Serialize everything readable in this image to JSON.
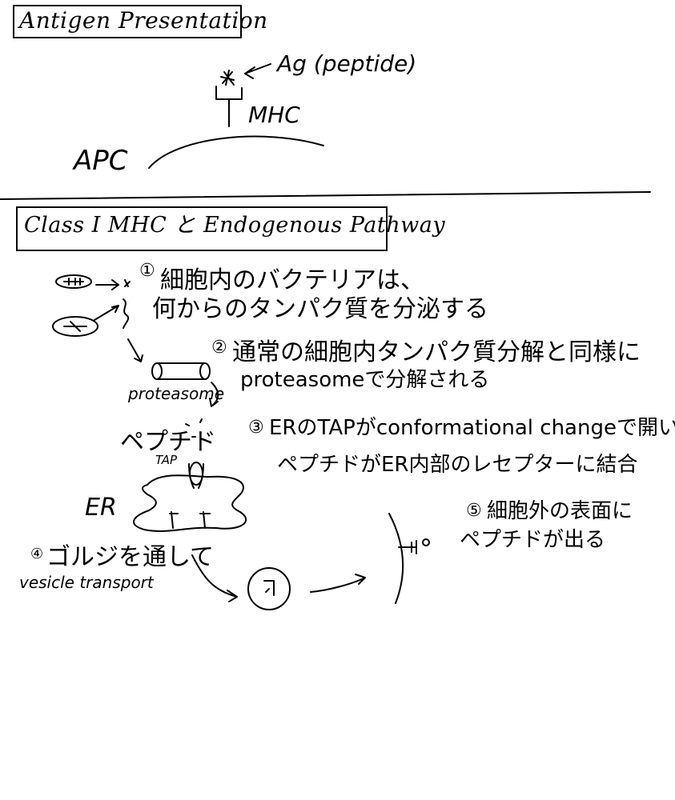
{
  "section1": {
    "title": "Antigen Presentation",
    "antigen_label": "Ag (peptide)",
    "mhc_label": "MHC",
    "apc_label": "APC"
  },
  "section2": {
    "title": "Class I MHC と Endogenous Pathway",
    "steps": [
      {
        "num": "①",
        "lines": [
          "細胞内のバクテリアは、",
          "何からのタンパク質を分泌する"
        ]
      },
      {
        "num": "②",
        "lines": [
          "通常の細胞内タンパク質分解と同様に",
          "proteasomeで分解される"
        ]
      },
      {
        "num": "③",
        "lines": [
          "ERのTAPがconformational changeで開いて",
          "ペプチドがER内部のレセプターに結合"
        ]
      },
      {
        "num": "④",
        "lines": [
          "ゴルジを通して",
          "vesicle transport"
        ]
      },
      {
        "num": "⑤",
        "lines": [
          "細胞外の表面に",
          "ペプチドが出る"
        ]
      }
    ],
    "labels": {
      "proteasome": "proteasome",
      "peptide": "ペプチド",
      "tap": "TAP",
      "er": "ER"
    }
  }
}
